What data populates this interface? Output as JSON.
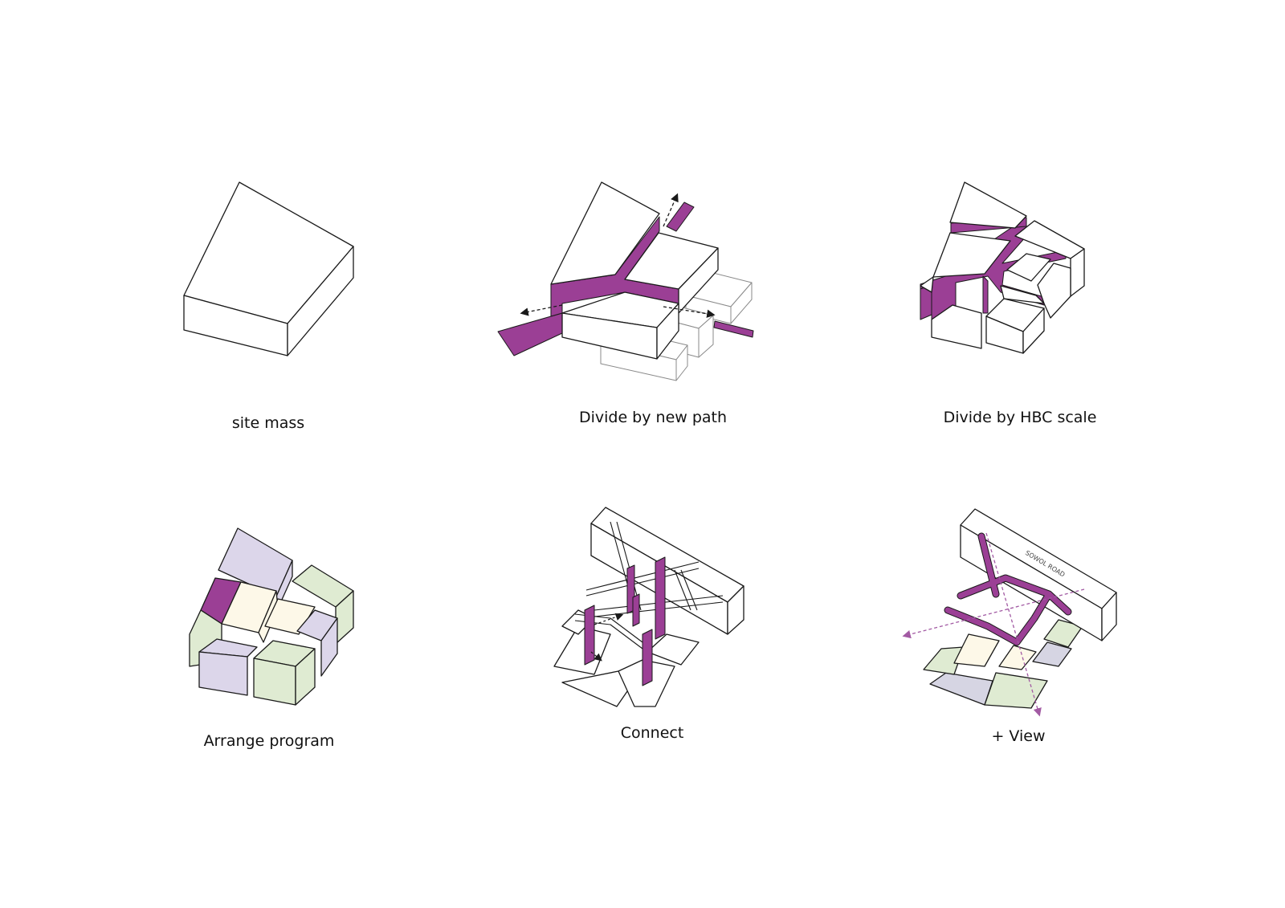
{
  "colors": {
    "path": "#9b3f95",
    "outline": "#1a1a1a",
    "ghost": "#8a8a8a",
    "purple_soft": "#dcd6ea",
    "green_soft": "#dfebd2",
    "cream": "#fdf8e8",
    "grey_purple": "#d6d5e3",
    "view_arrow": "#a25aa3"
  },
  "steps": [
    {
      "caption": "site mass"
    },
    {
      "caption": "Divide by new path"
    },
    {
      "caption": "Divide by HBC scale"
    },
    {
      "caption": "Arrange program"
    },
    {
      "caption": "Connect"
    },
    {
      "caption": "+ View"
    }
  ],
  "road_label": "SOWOL ROAD"
}
